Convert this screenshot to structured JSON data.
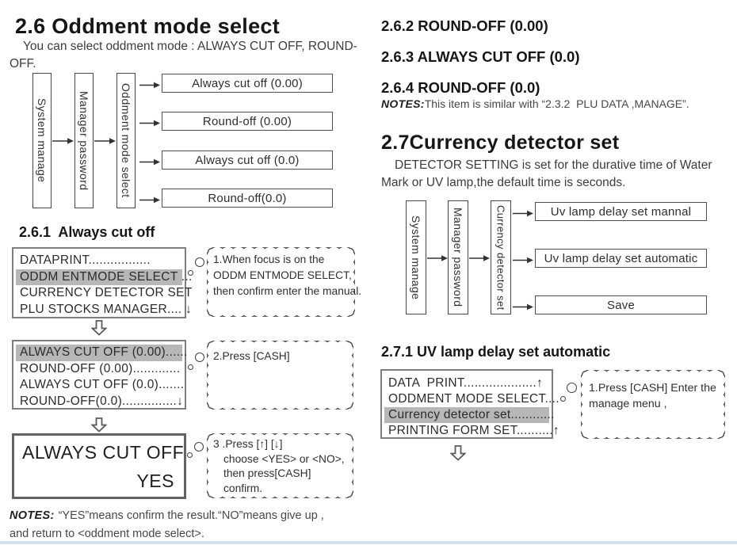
{
  "colors": {
    "screen_highlight": "#b7b7b7",
    "bottom_rule": "#d2e1ed",
    "border_gray": "#7e7e7e"
  },
  "left": {
    "title": "2.6 Oddment mode select",
    "intro_line1": "You can select oddment mode : ALWAYS CUT OFF, ROUND-",
    "intro_line2": "OFF.",
    "flow": {
      "steps": [
        "System manage",
        "Manager password",
        "Oddment mode select"
      ],
      "options": [
        "Always cut off (0.00)",
        "Round-off (0.00)",
        "Always cut off (0.0)",
        "Round-off(0.0)"
      ]
    },
    "s261": {
      "heading": "2.6.1  Always cut off",
      "screen1": {
        "lines": [
          "DATAPRINT.................",
          "ODDM ENTMODE SELECT ...",
          "CURRENCY DETECTOR SET",
          "PLU STOCKS MANAGER.... ↓"
        ],
        "highlight_index": 1
      },
      "screen2": {
        "lines": [
          "ALWAYS CUT OFF (0.00)......",
          "ROUND-OFF (0.00).............",
          "ALWAYS CUT OFF (0.0).......",
          "ROUND-OFF(0.0)...............↓"
        ],
        "highlight_index": 0
      },
      "screen3": {
        "top_left": "ALWAYS CUT OFF",
        "bottom_right": "YES"
      },
      "bubble1": [
        "1.When focus is on the",
        "ODDM ENTMODE SELECT,",
        "then confirm enter the manual."
      ],
      "bubble2": [
        "2.Press [CASH]"
      ],
      "bubble3": [
        "3 .Press [↑] [↓]",
        "choose <YES> or <NO>,",
        "then press[CASH]",
        "confirm."
      ],
      "notes_label": "NOTES:",
      "notes_line1": "“YES”means confirm the result.“NO”means give up ,",
      "notes_line2": "and return to <oddment mode select>."
    }
  },
  "right": {
    "h262": "2.6.2 ROUND-OFF (0.00)",
    "h263": "2.6.3 ALWAYS CUT OFF (0.0)",
    "h264": "2.6.4 ROUND-OFF (0.0)",
    "notes_label": "NOTES:",
    "notes_text": "This item is similar with “2.3.2  PLU DATA ,MANAGE”.",
    "title": "2.7Currency detector set",
    "intro_line1": "DETECTOR SETTING is set for the durative time of Water",
    "intro_line2": "Mark or UV lamp,the default time is seconds.",
    "flow": {
      "steps": [
        "System manage",
        "Manager password",
        "Currency detector set"
      ],
      "options": [
        "Uv lamp delay set mannal",
        "Uv lamp delay set automatic",
        "Save"
      ]
    },
    "s271": {
      "heading": "2.7.1 UV lamp delay set automatic",
      "screen": {
        "lines": [
          "DATA  PRINT....................↑",
          "ODDMENT MODE SELECT....",
          "Currency detector set............",
          "PRINTING FORM SET..........↑"
        ],
        "highlight_index": 2
      },
      "bubble": [
        "1.Press [CASH] Enter the",
        "manage menu ,"
      ]
    }
  }
}
